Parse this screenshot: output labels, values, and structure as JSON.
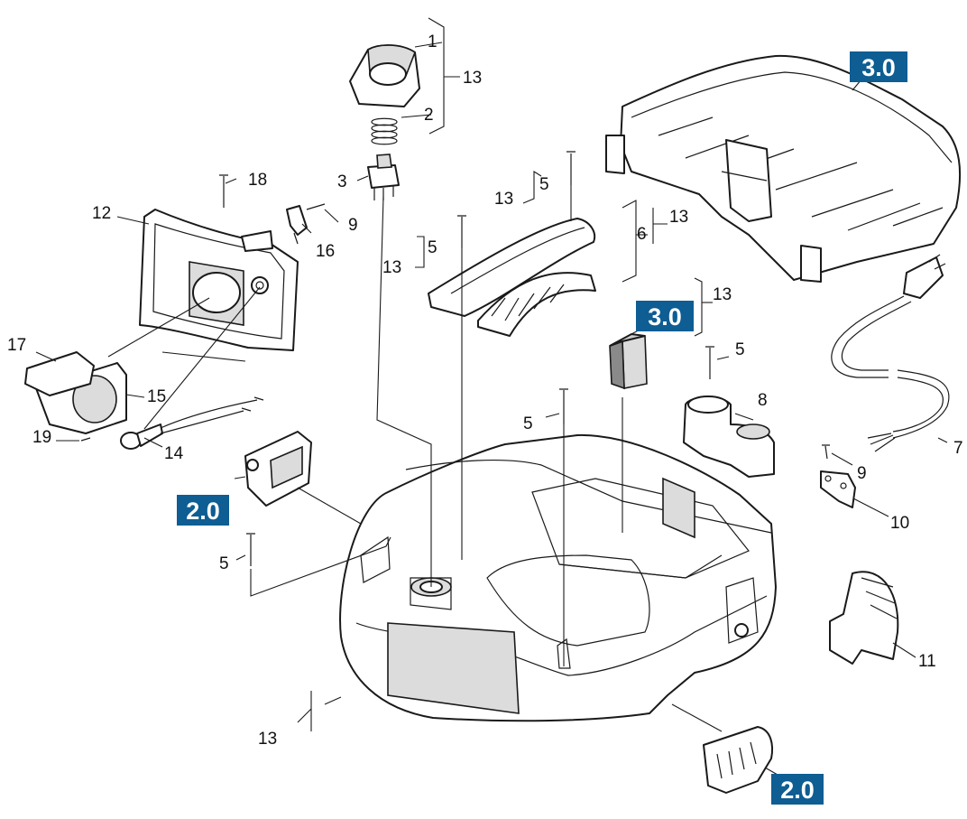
{
  "callouts": {
    "c1": "1",
    "c2": "2",
    "c3": "3",
    "c5a": "5",
    "c5b": "5",
    "c5c": "5",
    "c5d": "5",
    "c5e": "5",
    "c6": "6",
    "c7": "7",
    "c8": "8",
    "c9a": "9",
    "c9b": "9",
    "c10": "10",
    "c11": "11",
    "c12": "12",
    "c13a": "13",
    "c13b": "13",
    "c13c": "13",
    "c13d": "13",
    "c13e": "13",
    "c13f": "13",
    "c14": "14",
    "c15": "15",
    "c16": "16",
    "c17": "17",
    "c18": "18",
    "c19": "19"
  },
  "badges": {
    "b30a": "3.0",
    "b30b": "3.0",
    "b20a": "2.0",
    "b20b": "2.0"
  },
  "colors": {
    "badge": "#0e5d93",
    "outline": "#1a1a1a",
    "part_fill": "#ffffff",
    "shade": "#dcdcdc"
  }
}
